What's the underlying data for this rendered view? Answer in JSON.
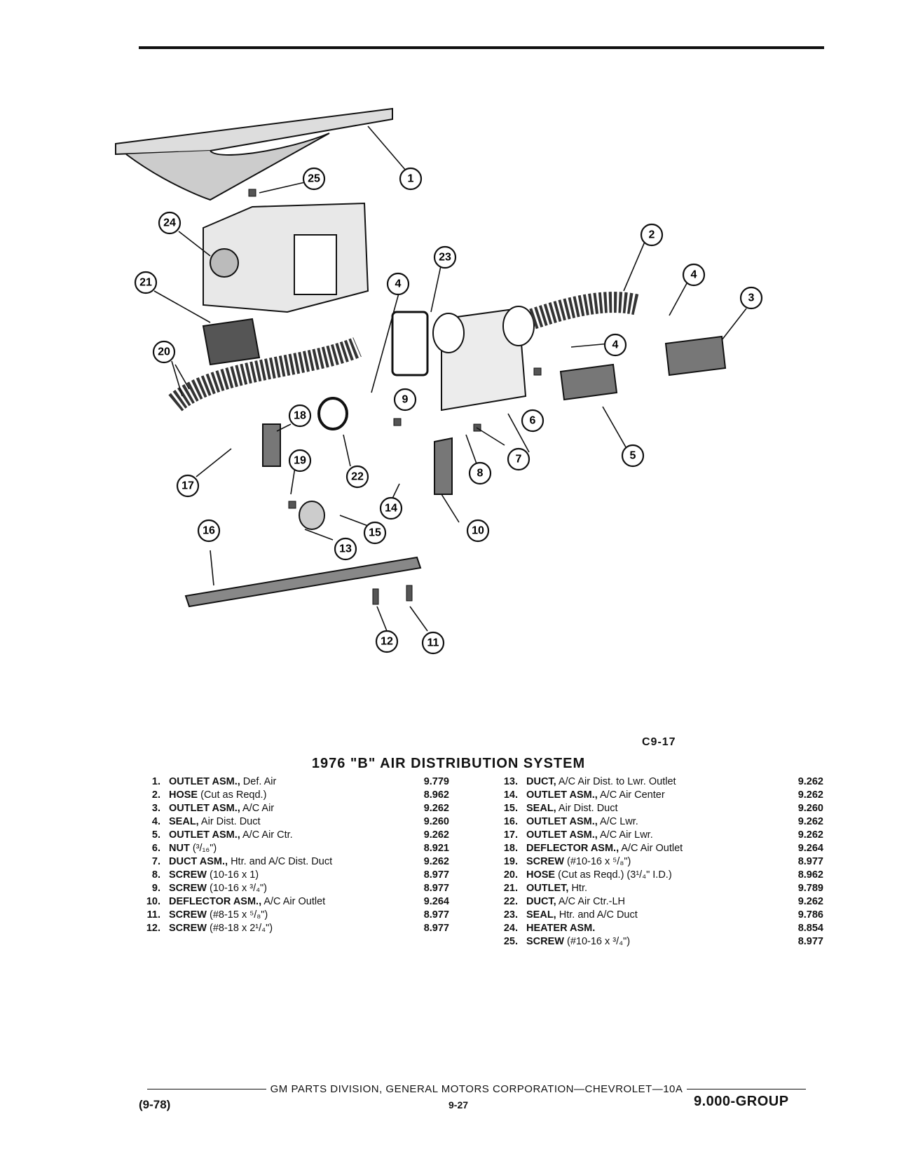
{
  "figure_code": "C9-17",
  "title": "1976 \"B\" AIR DISTRIBUTION SYSTEM",
  "parts_left": [
    {
      "no": "1.",
      "name": "OUTLET ASM.,",
      "desc": " Def. Air",
      "value": "9.779"
    },
    {
      "no": "2.",
      "name": "HOSE",
      "desc": " (Cut as Reqd.)",
      "value": "8.962"
    },
    {
      "no": "3.",
      "name": "OUTLET ASM.,",
      "desc": " A/C Air",
      "value": "9.262"
    },
    {
      "no": "4.",
      "name": "SEAL,",
      "desc": " Air Dist. Duct",
      "value": "9.260"
    },
    {
      "no": "5.",
      "name": "OUTLET ASM.,",
      "desc": " A/C Air Ctr.",
      "value": "9.262"
    },
    {
      "no": "6.",
      "name": "NUT",
      "desc": " (³/₁₆\")",
      "value": "8.921"
    },
    {
      "no": "7.",
      "name": "DUCT ASM.,",
      "desc": " Htr. and A/C Dist. Duct",
      "value": "9.262"
    },
    {
      "no": "8.",
      "name": "SCREW",
      "desc": " (10-16 x 1)",
      "value": "8.977"
    },
    {
      "no": "9.",
      "name": "SCREW",
      "desc": " (10-16 x ³/₄\")",
      "value": "8.977"
    },
    {
      "no": "10.",
      "name": "DEFLECTOR ASM.,",
      "desc": " A/C Air Outlet",
      "value": "9.264"
    },
    {
      "no": "11.",
      "name": "SCREW",
      "desc": " (#8-15 x ⁵/₈\")",
      "value": "8.977"
    },
    {
      "no": "12.",
      "name": "SCREW",
      "desc": " (#8-18 x 2¹/₄\")",
      "value": "8.977"
    }
  ],
  "parts_right": [
    {
      "no": "13.",
      "name": "DUCT,",
      "desc": " A/C Air Dist. to Lwr. Outlet",
      "value": "9.262"
    },
    {
      "no": "14.",
      "name": "OUTLET ASM.,",
      "desc": " A/C Air Center",
      "value": "9.262"
    },
    {
      "no": "15.",
      "name": "SEAL,",
      "desc": " Air Dist. Duct",
      "value": "9.260"
    },
    {
      "no": "16.",
      "name": "OUTLET ASM.,",
      "desc": " A/C Lwr.",
      "value": "9.262"
    },
    {
      "no": "17.",
      "name": "OUTLET ASM.,",
      "desc": " A/C Air Lwr.",
      "value": "9.262"
    },
    {
      "no": "18.",
      "name": "DEFLECTOR ASM.,",
      "desc": " A/C Air Outlet",
      "value": "9.264"
    },
    {
      "no": "19.",
      "name": "SCREW",
      "desc": " (#10-16 x ⁵/₈\")",
      "value": "8.977"
    },
    {
      "no": "20.",
      "name": "HOSE",
      "desc": " (Cut as Reqd.) (3¹/₄\" I.D.)",
      "value": "8.962"
    },
    {
      "no": "21.",
      "name": "OUTLET,",
      "desc": " Htr.",
      "value": "9.789"
    },
    {
      "no": "22.",
      "name": "DUCT,",
      "desc": " A/C Air Ctr.-LH",
      "value": "9.262"
    },
    {
      "no": "23.",
      "name": "SEAL,",
      "desc": " Htr. and A/C Duct",
      "value": "9.786"
    },
    {
      "no": "24.",
      "name": "HEATER ASM.",
      "desc": "",
      "value": "8.854"
    },
    {
      "no": "25.",
      "name": "SCREW",
      "desc": " (#10-16 x ³/₄\")",
      "value": "8.977"
    }
  ],
  "callouts": [
    "1",
    "2",
    "3",
    "4",
    "4",
    "4",
    "5",
    "6",
    "7",
    "8",
    "9",
    "10",
    "11",
    "12",
    "13",
    "14",
    "15",
    "16",
    "17",
    "18",
    "19",
    "20",
    "21",
    "22",
    "23",
    "24",
    "25"
  ],
  "footer_text": "GM PARTS DIVISION, GENERAL MOTORS CORPORATION—CHEVROLET—10A",
  "date_code": "(9-78)",
  "page_number": "9-27",
  "group_label": "9.000-GROUP"
}
